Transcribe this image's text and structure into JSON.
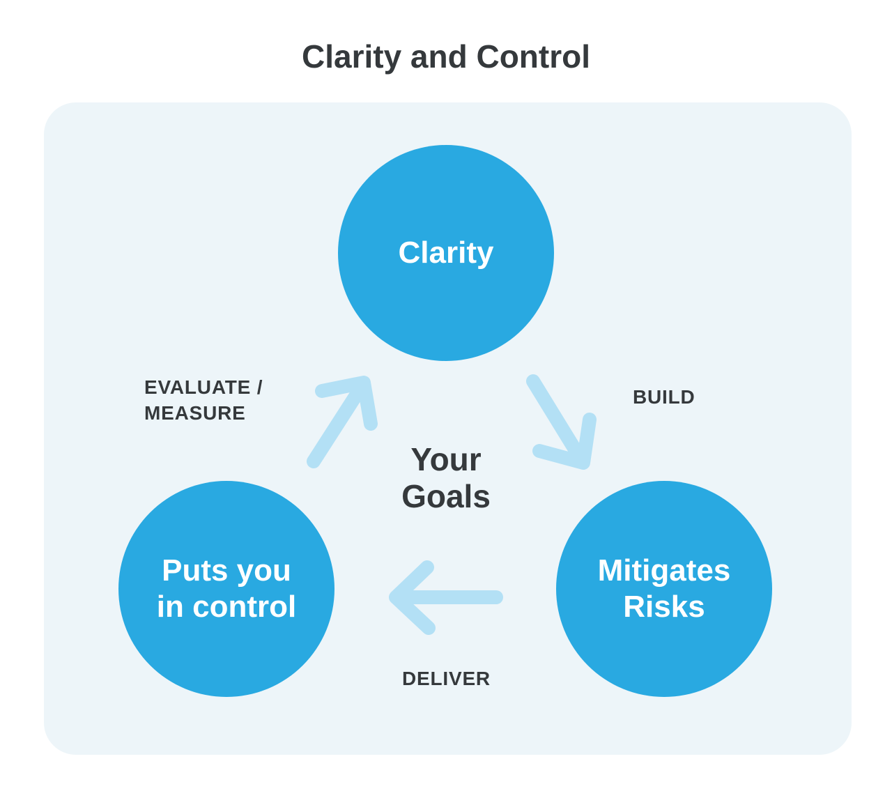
{
  "page": {
    "title": "Clarity and Control"
  },
  "colors": {
    "node_fill": "#29a9e1",
    "panel_background": "#edf5f9",
    "arrow": "#b3e0f5",
    "dark_text": "#35393c",
    "node_text": "#ffffff"
  },
  "diagram": {
    "type": "cycle",
    "center_label": "Your Goals",
    "nodes": [
      {
        "id": "clarity",
        "label": "Clarity"
      },
      {
        "id": "mitigates-risks",
        "label": "Mitigates Risks"
      },
      {
        "id": "puts-you-in-control",
        "label": "Puts you in control"
      }
    ],
    "edges": [
      {
        "id": "build",
        "label": "BUILD",
        "from": "clarity",
        "to": "mitigates-risks"
      },
      {
        "id": "deliver",
        "label": "DELIVER",
        "from": "mitigates-risks",
        "to": "puts-you-in-control"
      },
      {
        "id": "evaluate-measure",
        "label": "EVALUATE / MEASURE",
        "from": "puts-you-in-control",
        "to": "clarity"
      }
    ]
  }
}
